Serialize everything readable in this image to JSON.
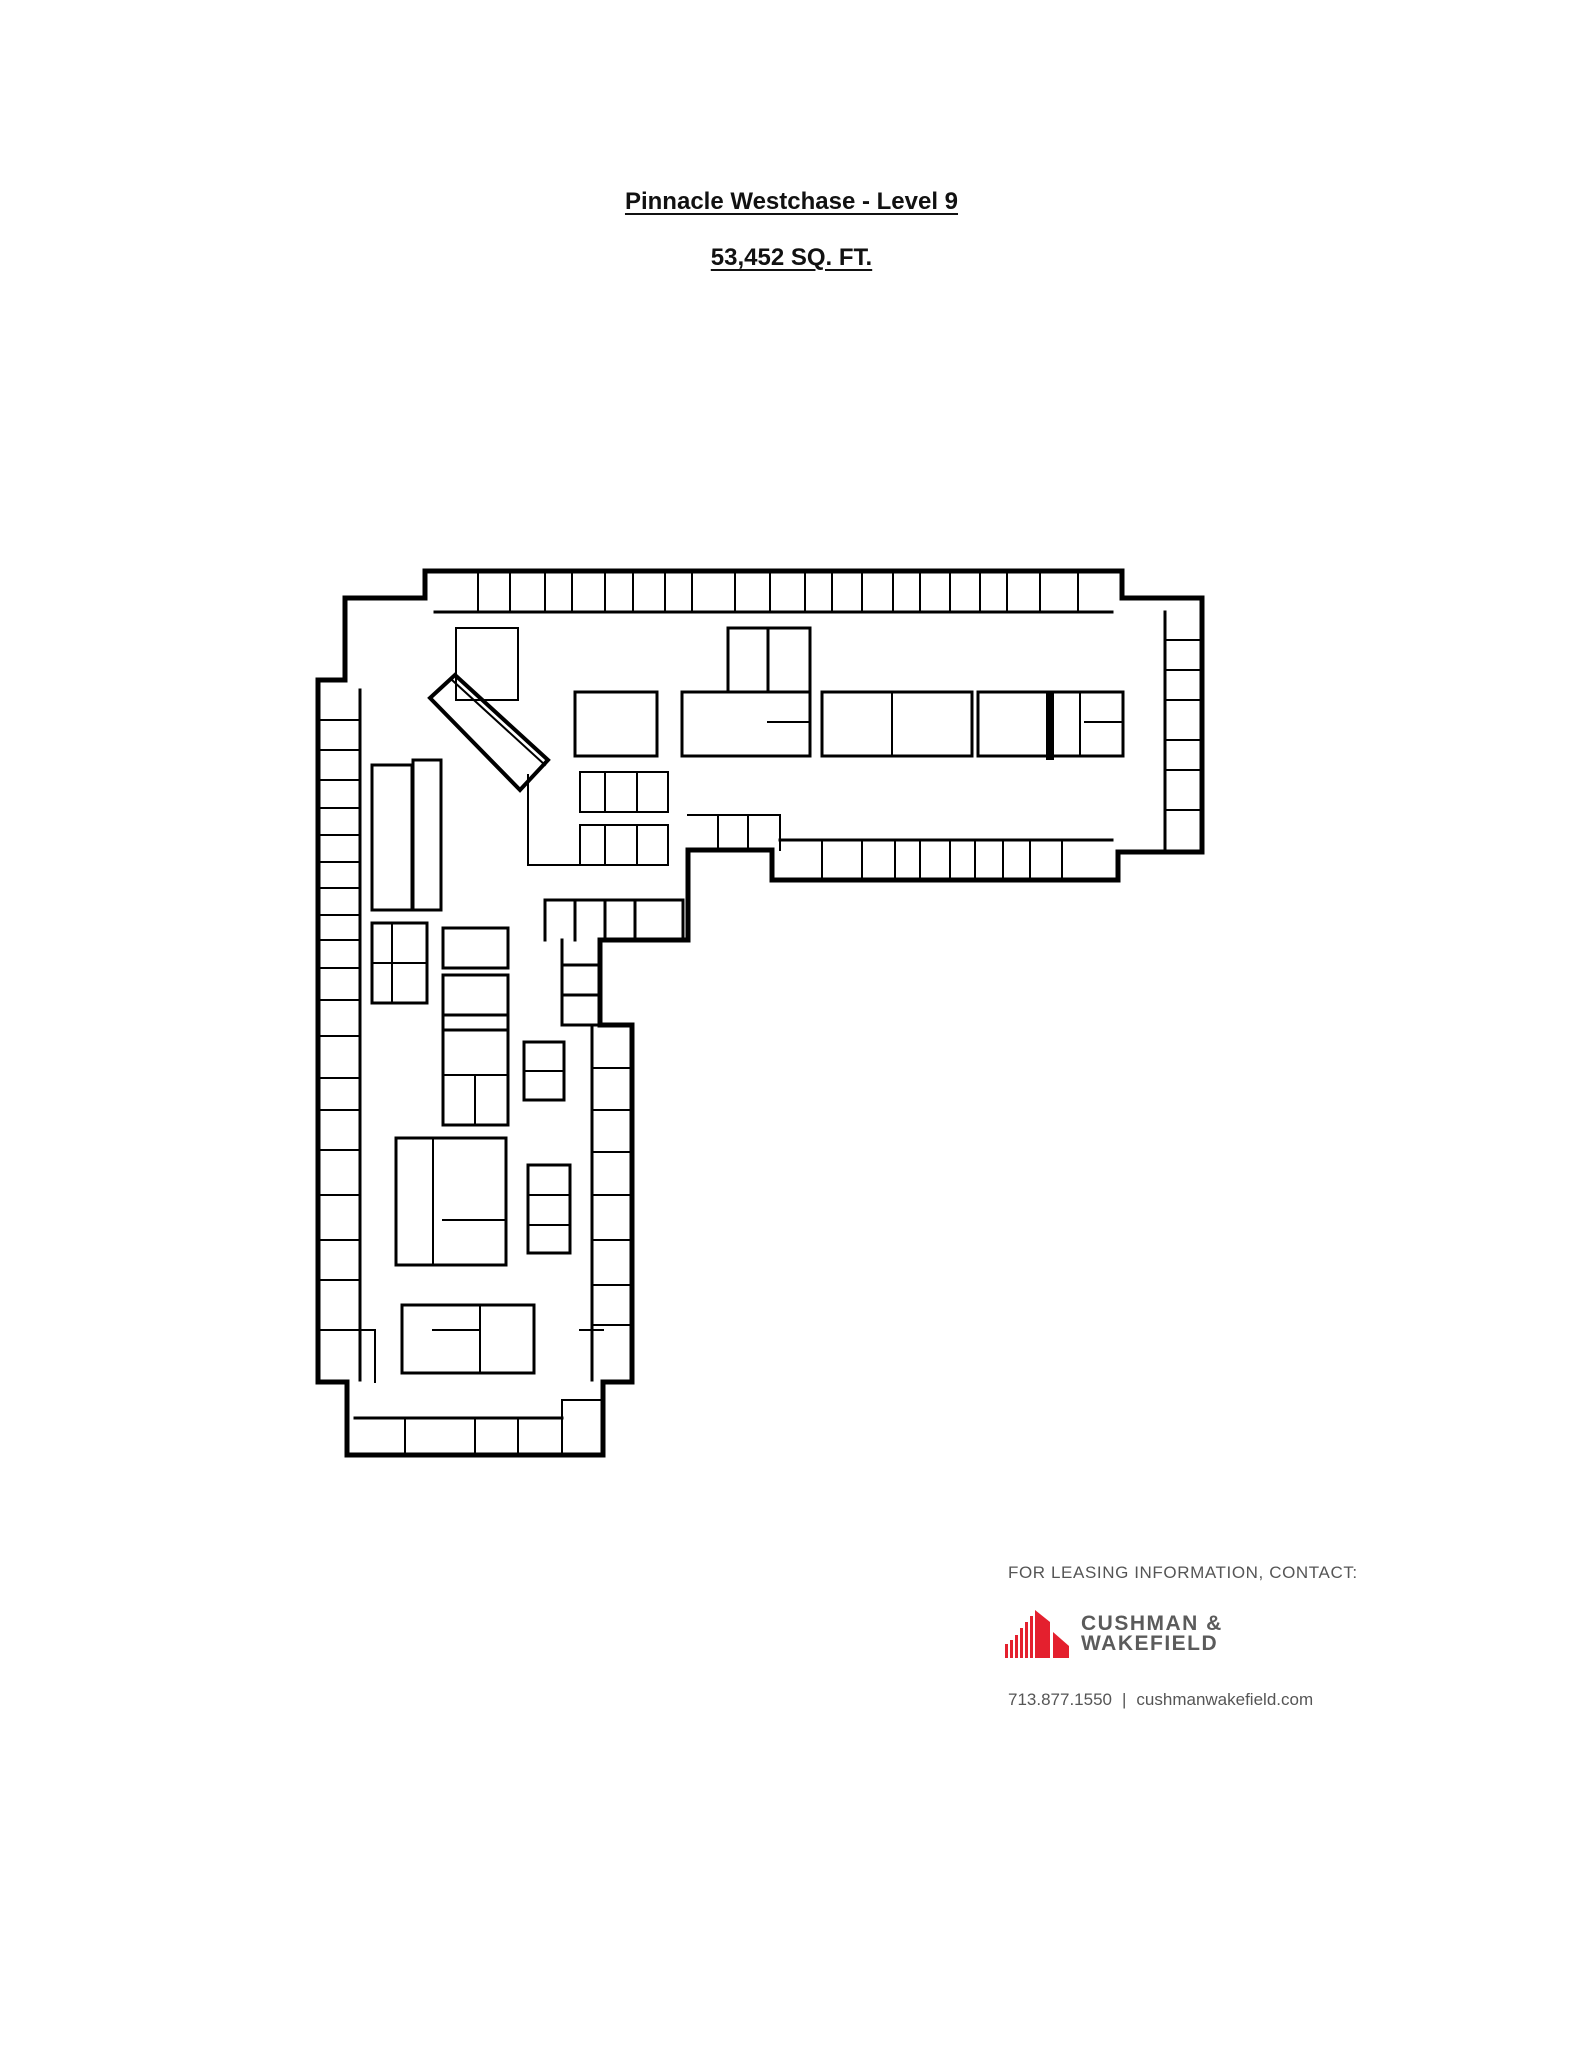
{
  "header": {
    "title": "Pinnacle Westchase - Level 9",
    "area": "53,452 SQ. FT."
  },
  "floor_plan": {
    "label": "Level 9 floor plan",
    "wall_color": "#000000"
  },
  "contact": {
    "heading": "FOR LEASING INFORMATION, CONTACT:",
    "brand_line1": "CUSHMAN &",
    "brand_line2": "WAKEFIELD",
    "brand_color": "#e4202e",
    "brand_text_color": "#5b5b5b",
    "phone": "713.877.1550",
    "separator": "|",
    "website": "cushmanwakefield.com"
  }
}
